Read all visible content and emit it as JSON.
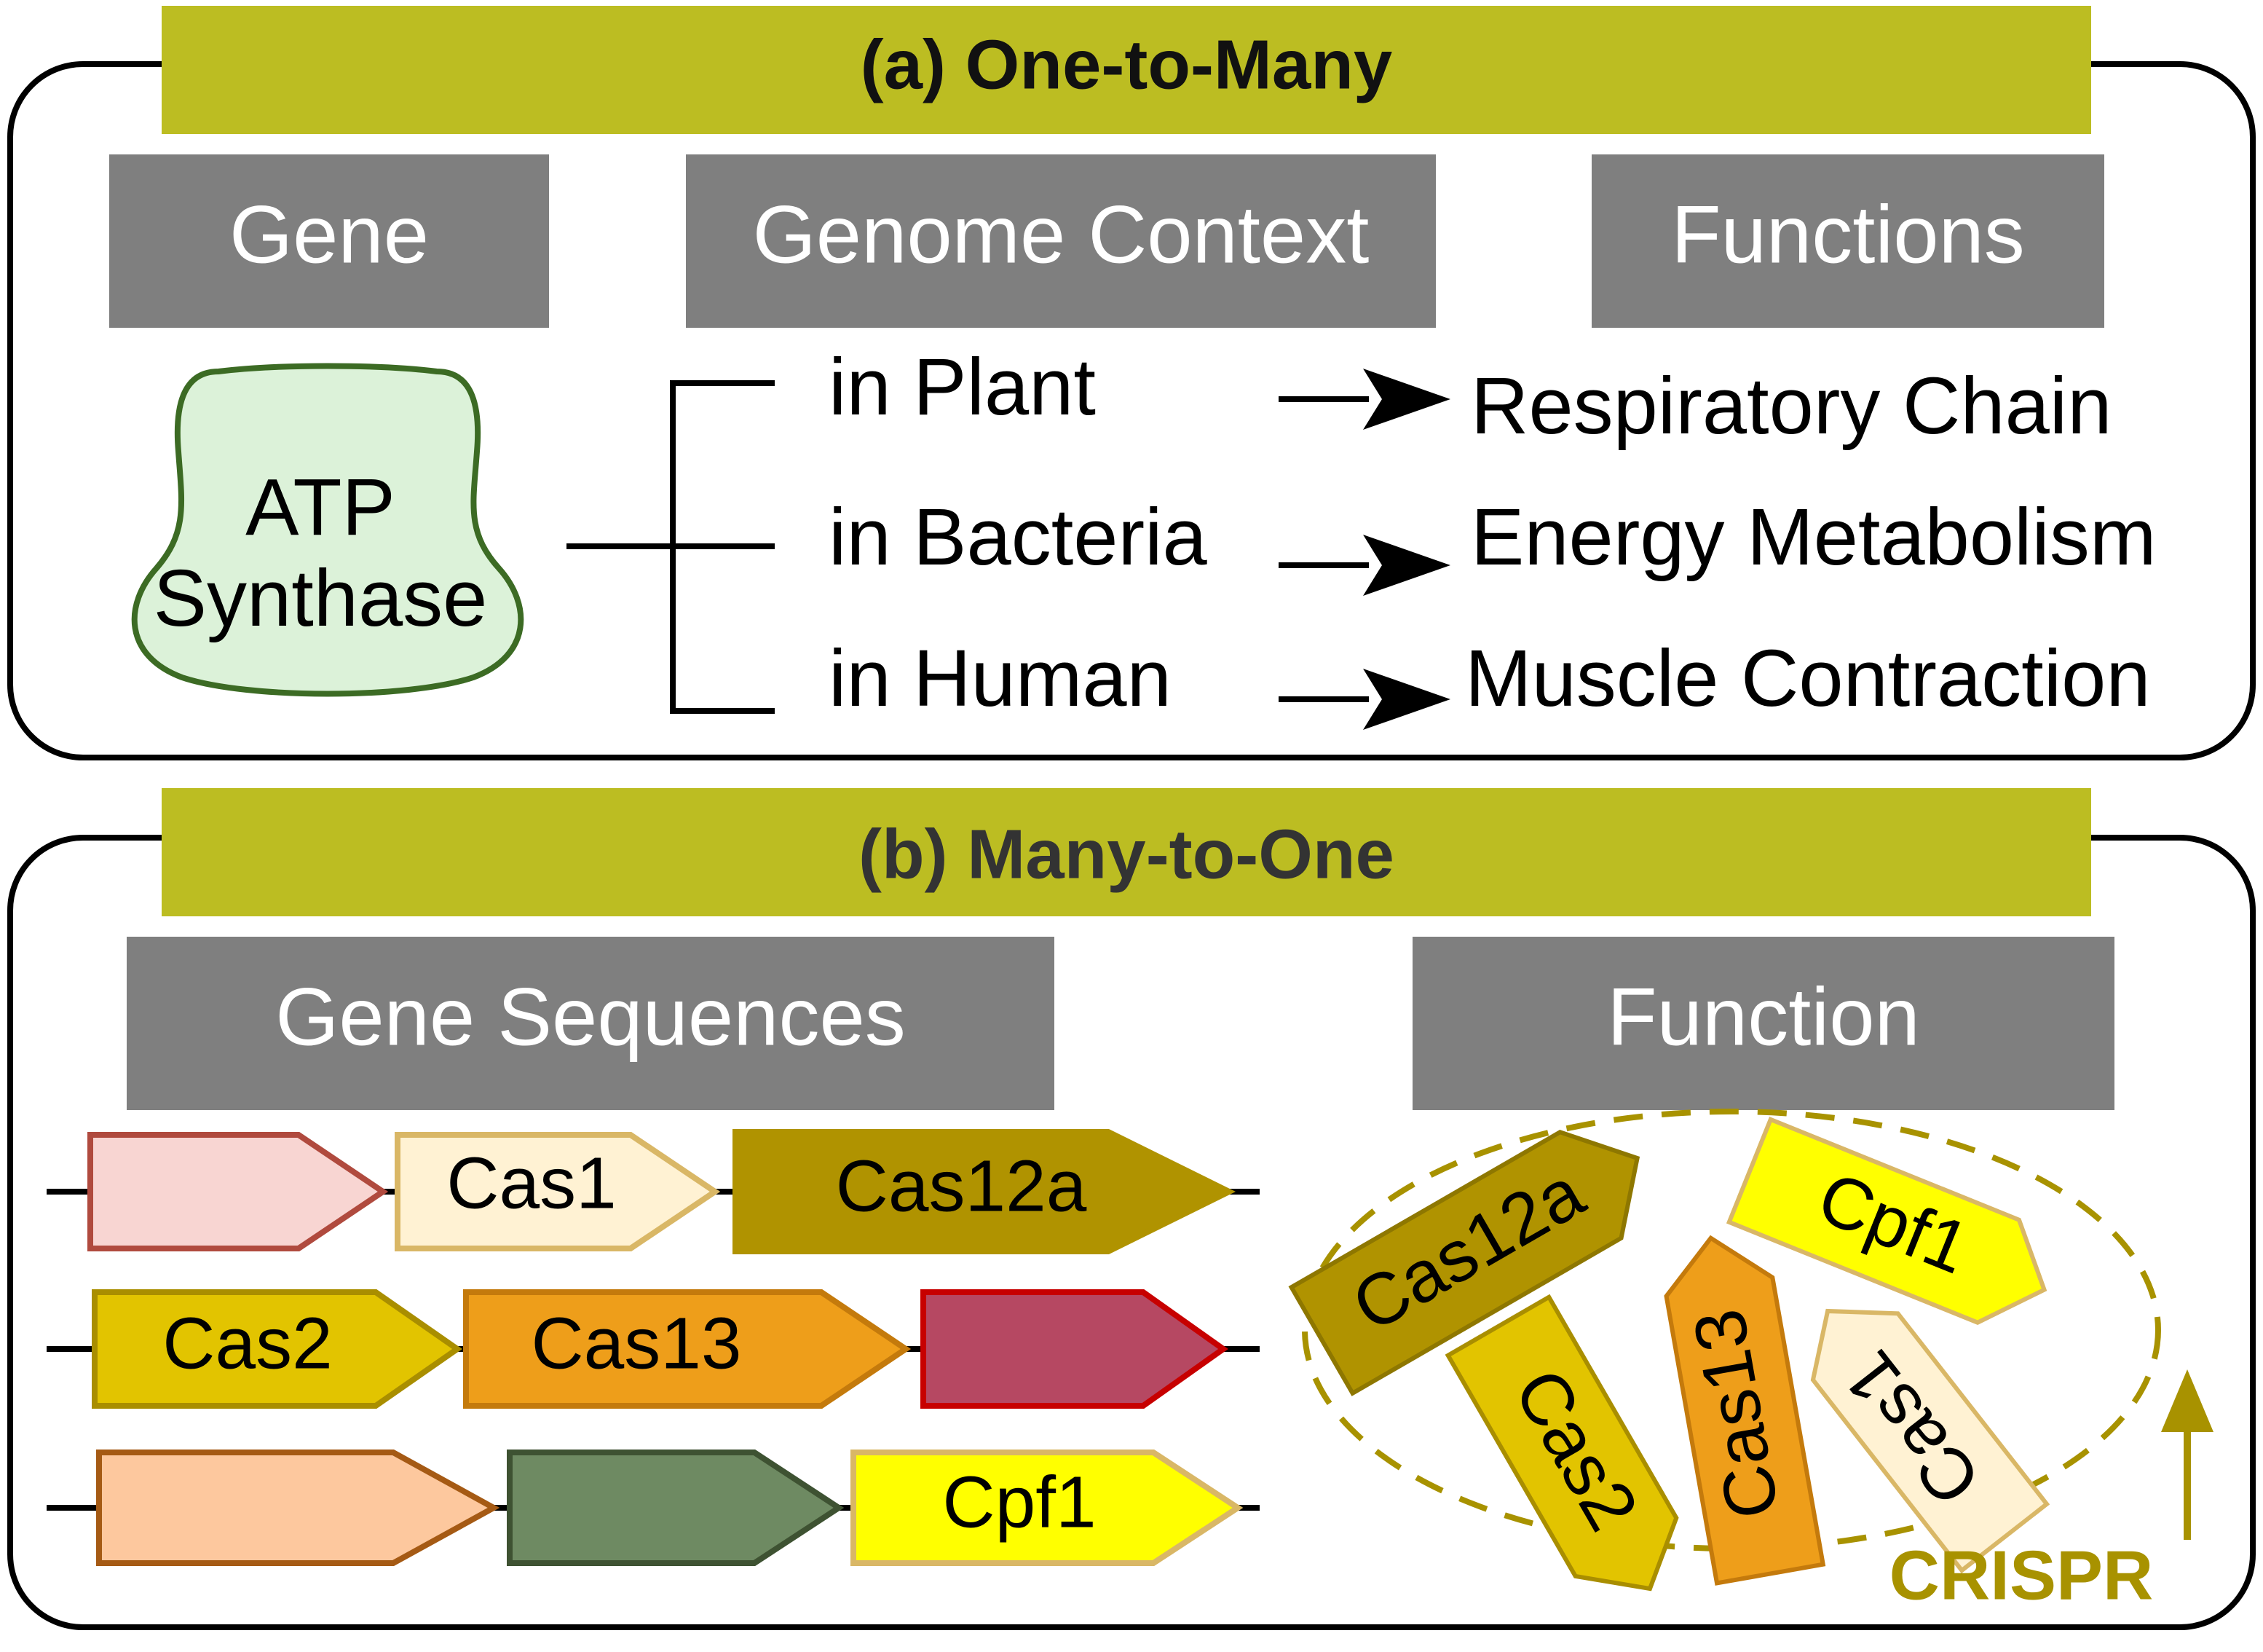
{
  "panel_a": {
    "title": "(a) One-to-Many",
    "headers": {
      "gene": "Gene",
      "context": "Genome Context",
      "functions": "Functions"
    },
    "gene_name": [
      "ATP",
      "Synthase"
    ],
    "contexts": [
      "in Plant",
      "in Bacteria",
      "in Human"
    ],
    "functions": [
      "Respiratory Chain",
      "Energy Metabolism",
      "Muscle Contraction"
    ]
  },
  "panel_b": {
    "title": "(b) Many-to-One",
    "headers": {
      "sequences": "Gene Sequences",
      "function": "Function"
    },
    "rows": [
      [
        {
          "label": "",
          "fill": "#f8d5d2",
          "stroke": "#b04a3e"
        },
        {
          "label": "Cas1",
          "fill": "#fff2d3",
          "stroke": "#d9b766"
        },
        {
          "label": "Cas12a",
          "fill": "#b09300",
          "stroke": "#b09300"
        }
      ],
      [
        {
          "label": "Cas2",
          "fill": "#e2c400",
          "stroke": "#a98e00"
        },
        {
          "label": "Cas13",
          "fill": "#ee9e1a",
          "stroke": "#c47a0c"
        },
        {
          "label": "",
          "fill": "#b64862",
          "stroke": "#c70000"
        }
      ],
      [
        {
          "label": "",
          "fill": "#fdc89e",
          "stroke": "#a55a14"
        },
        {
          "label": "",
          "fill": "#6e8a62",
          "stroke": "#3e5232"
        },
        {
          "label": "Cpf1",
          "fill": "#ffff00",
          "stroke": "#d9b766"
        }
      ]
    ],
    "cluster": [
      {
        "label": "Cas12a",
        "fill": "#b09300",
        "stroke": "#8e7700"
      },
      {
        "label": "Cpf1",
        "fill": "#ffff00",
        "stroke": "#d9b766"
      },
      {
        "label": "Cas13",
        "fill": "#ee9e1a",
        "stroke": "#c47a0c"
      },
      {
        "label": "Cas1",
        "fill": "#fff2d3",
        "stroke": "#d9b766"
      },
      {
        "label": "Cas2",
        "fill": "#e2c400",
        "stroke": "#a98e00"
      }
    ],
    "crispr_label": "CRISPR"
  },
  "colors": {
    "title_bar": "#bcbd22",
    "header_box": "#7f7f7f",
    "atp_fill": "#dcf2d9",
    "atp_stroke": "#3c6b24",
    "crispr": "#a89200"
  }
}
